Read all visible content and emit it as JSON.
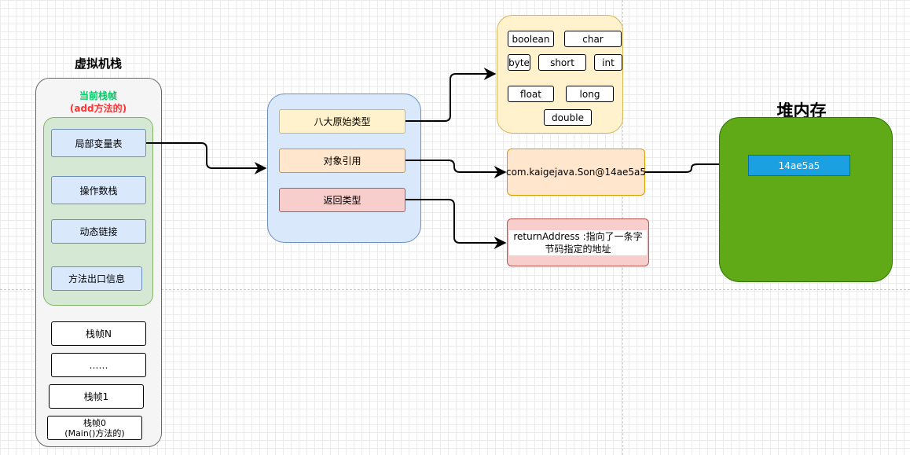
{
  "stack": {
    "title": "虚拟机栈",
    "current_frame_line1": "当前栈帧",
    "current_frame_line2": "(add方法的)",
    "current_frame_items": [
      "局部变量表",
      "操作数栈",
      "动态链接",
      "方法出口信息"
    ],
    "other_frames": [
      "栈帧N",
      "……",
      "栈帧1"
    ],
    "bottom_frame_line1": "栈帧0",
    "bottom_frame_line2": "(Main()方法的)"
  },
  "types": {
    "primitive": "八大原始类型",
    "reference": "对象引用",
    "return": "返回类型"
  },
  "primitives": [
    "boolean",
    "char",
    "byte",
    "short",
    "int",
    "float",
    "long",
    "double"
  ],
  "reference_value": "com.kaigejava.Son@14ae5a5",
  "return_desc": "returnAddress :指向了一条字节码指定的地址",
  "heap": {
    "title": "堆内存",
    "object": "14ae5a5"
  },
  "colors": {
    "current_label_top": "#00cc66",
    "current_label_bottom": "#ff3333",
    "heap_fill": "#60a917",
    "heap_object_fill": "#1ba1e2"
  }
}
